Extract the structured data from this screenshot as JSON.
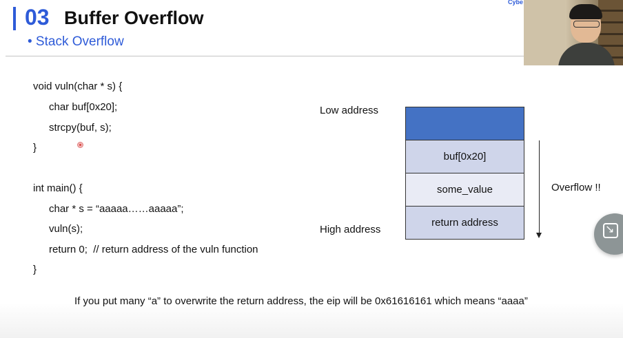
{
  "slide": {
    "number": "03",
    "title": "Buffer Overflow",
    "subtitle": "• Stack Overflow",
    "code": [
      "void vuln(char * s) {",
      "char buf[0x20];",
      "strcpy(buf, s);",
      "}",
      "int main() {",
      "char * s = “aaaaa……aaaaa”;",
      "vuln(s);",
      "return 0;  // return address of the vuln function",
      "}"
    ],
    "diagram": {
      "low_address": "Low address",
      "high_address": "High address",
      "cells": [
        "",
        "buf[0x20]",
        "some_value",
        "return address"
      ],
      "overflow_label": "Overflow !!"
    },
    "note": "If you put many “a” to overwrite the return address, the eip will be 0x61616161 which means “aaaa”"
  },
  "webcam": {
    "caption": "Cybe"
  },
  "icons": {
    "expand": "expand-icon"
  },
  "colors": {
    "accent": "#2e5bd8",
    "stack_top": "#4472c4",
    "stack_cell": "#cfd5ea",
    "stack_cell_light": "#e9ebf5"
  }
}
